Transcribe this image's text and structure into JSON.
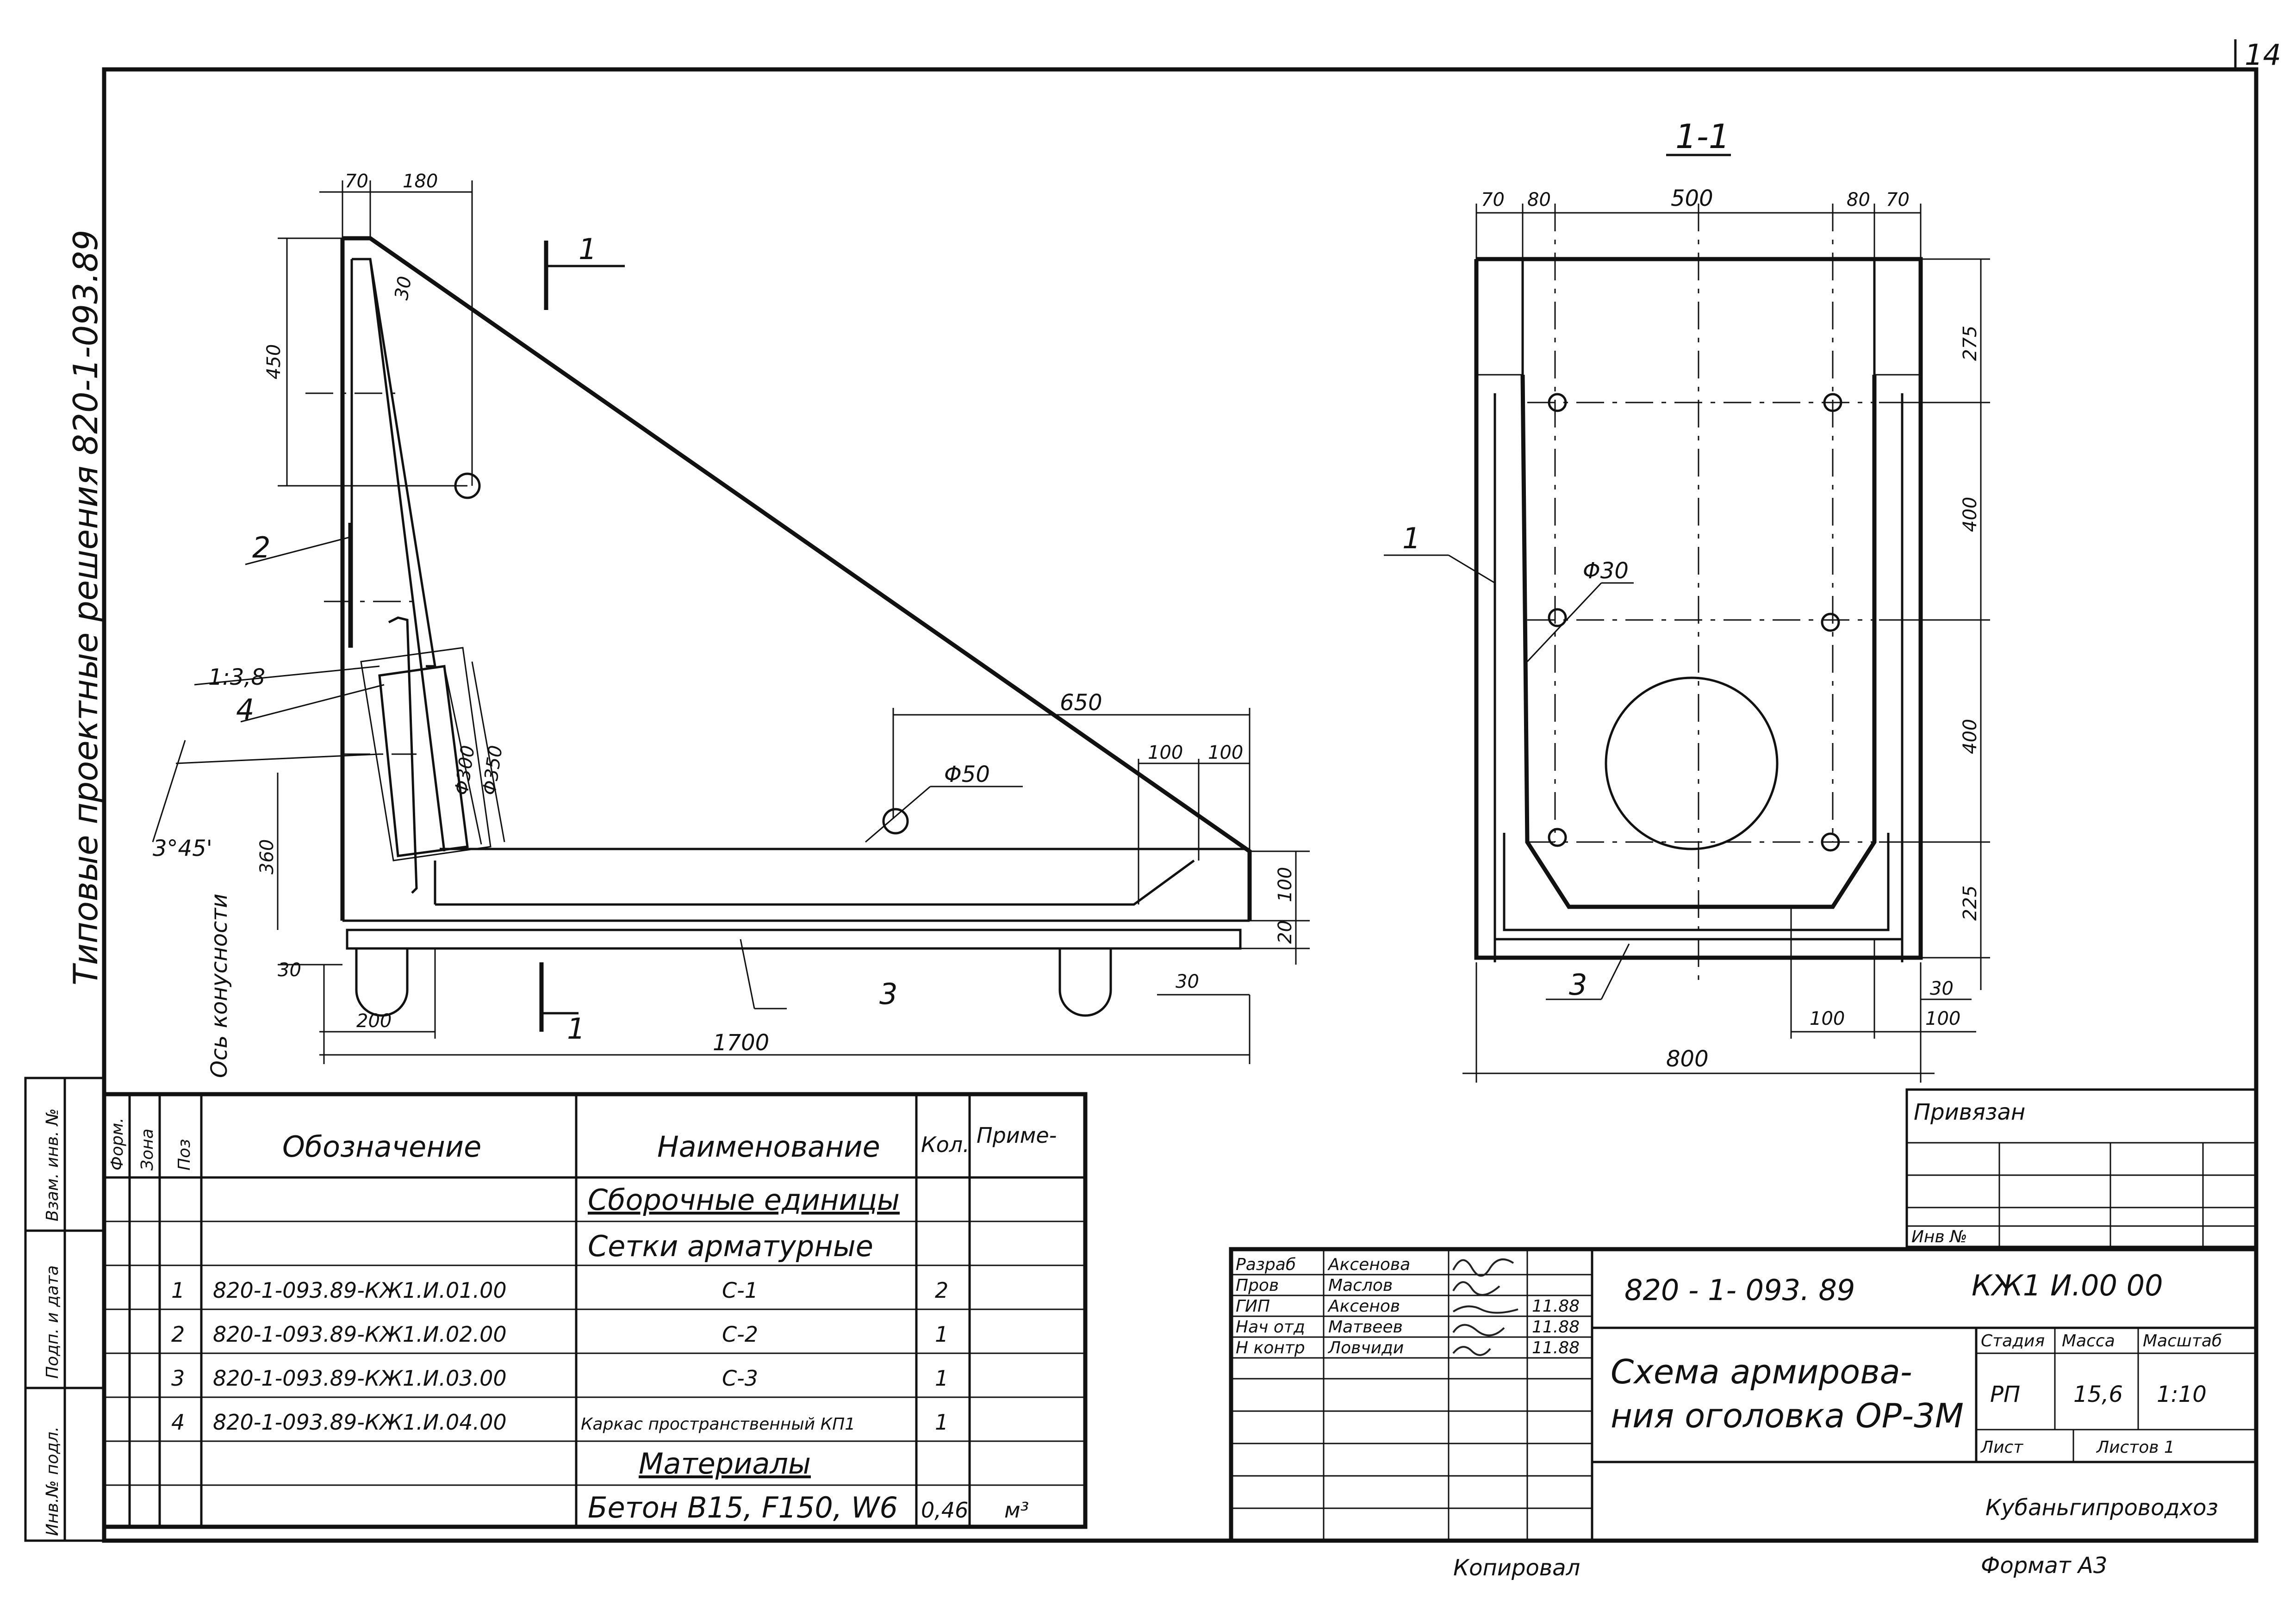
{
  "sheet_number": "14",
  "side_title": "Типовые проектные решения 820-1-093.89",
  "drawing": {
    "section_label": "1-1",
    "cut_label": "1",
    "left_view": {
      "dims": {
        "top_70": "70",
        "top_180": "180",
        "d30": "30",
        "d450": "450",
        "slope": "1:3,8",
        "angle": "3°45'",
        "d360": "360",
        "phi300": "Φ300",
        "phi350": "Φ350",
        "phi50": "Φ50",
        "d650": "650",
        "d100a": "100",
        "d100b": "100",
        "d100c": "100",
        "d20": "20",
        "d30b": "30",
        "d30c": "30",
        "d200": "200",
        "d1700": "1700"
      },
      "callouts": {
        "c2": "2",
        "c4": "4",
        "c3": "3"
      },
      "axis_label": "Ось конусности"
    },
    "section_view": {
      "dims": {
        "d70a": "70",
        "d80a": "80",
        "d500": "500",
        "d80b": "80",
        "d70b": "70",
        "d275": "275",
        "d400a": "400",
        "d400b": "400",
        "d225": "225",
        "d30": "30",
        "d100a": "100",
        "d100b": "100",
        "d800": "800",
        "phi30": "Φ30"
      },
      "callouts": {
        "c1": "1",
        "c3": "3"
      }
    }
  },
  "spec": {
    "headers": {
      "format": "Форм.",
      "zone": "Зона",
      "pos": "Поз",
      "designation": "Обозначение",
      "name": "Наименование",
      "qty": "Кол.",
      "note": "Приме-"
    },
    "side_labels": [
      "Взам. инв. №",
      "Подп. и дата",
      "Инв.№ подл."
    ],
    "rows": [
      {
        "pos": "",
        "designation": "",
        "name": "Сборочные единицы",
        "qty": "",
        "note": ""
      },
      {
        "pos": "",
        "designation": "",
        "name": "Сетки арматурные",
        "qty": "",
        "note": ""
      },
      {
        "pos": "1",
        "designation": "820-1-093.89-КЖ1.И.01.00",
        "name": "С-1",
        "qty": "2",
        "note": ""
      },
      {
        "pos": "2",
        "designation": "820-1-093.89-КЖ1.И.02.00",
        "name": "С-2",
        "qty": "1",
        "note": ""
      },
      {
        "pos": "3",
        "designation": "820-1-093.89-КЖ1.И.03.00",
        "name": "С-3",
        "qty": "1",
        "note": ""
      },
      {
        "pos": "4",
        "designation": "820-1-093.89-КЖ1.И.04.00",
        "name": "Каркас пространственный КП1",
        "qty": "1",
        "note": ""
      },
      {
        "pos": "",
        "designation": "",
        "name": "Материалы",
        "qty": "",
        "note": ""
      },
      {
        "pos": "",
        "designation": "",
        "name": "Бетон В15, F150, W6",
        "qty": "0,46",
        "note": "м³"
      }
    ]
  },
  "stamp": {
    "privyazan": "Привязан",
    "inv_no": "Инв №",
    "roles": [
      {
        "role": "Разраб",
        "name": "Аксенова",
        "date": ""
      },
      {
        "role": "Пров",
        "name": "Маслов",
        "date": ""
      },
      {
        "role": "ГИП",
        "name": "Аксенов",
        "date": "11.88"
      },
      {
        "role": "Нач отд",
        "name": "Матвеев",
        "date": "11.88"
      },
      {
        "role": "Н контр",
        "name": "Ловчиди",
        "date": "11.88"
      }
    ],
    "code": "820 - 1- 093. 89",
    "mark": "КЖ1 И.00 00",
    "title_line1": "Схема армирова-",
    "title_line2": "ния оголовка ОР-3М",
    "stage_h": "Стадия",
    "mass_h": "Масса",
    "scale_h": "Масштаб",
    "stage": "РП",
    "mass": "15,6",
    "scale": "1:10",
    "sheet_h": "Лист",
    "sheets_h": "Листов 1",
    "org": "Кубаньгипроводхоз"
  },
  "footer": {
    "copied": "Копировал",
    "format": "Формат А3"
  }
}
